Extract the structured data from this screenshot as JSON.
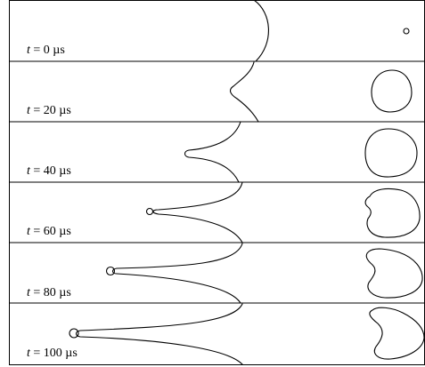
{
  "figure": {
    "frames": [
      {
        "var": "t",
        "eq": " = ",
        "value": "0",
        "unit": " µs"
      },
      {
        "var": "t",
        "eq": " = ",
        "value": "20",
        "unit": " µs"
      },
      {
        "var": "t",
        "eq": " = ",
        "value": "40",
        "unit": " µs"
      },
      {
        "var": "t",
        "eq": " = ",
        "value": "60",
        "unit": " µs"
      },
      {
        "var": "t",
        "eq": " = ",
        "value": "80",
        "unit": " µs"
      },
      {
        "var": "t",
        "eq": " = ",
        "value": "100",
        "unit": " µs"
      }
    ]
  }
}
